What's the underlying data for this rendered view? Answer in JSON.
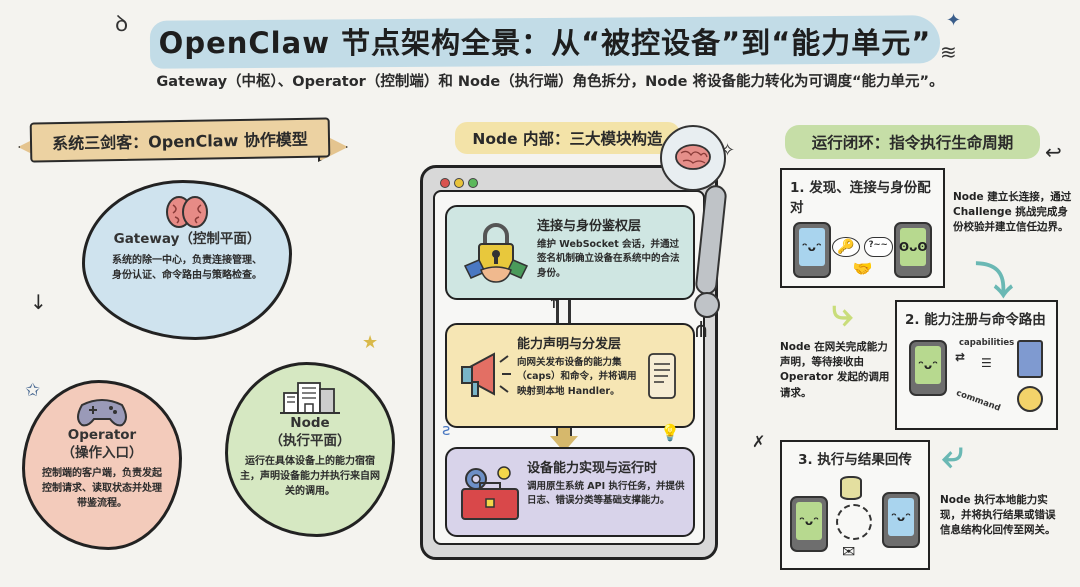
{
  "header": {
    "title": "OpenClaw 节点架构全景：从“被控设备”到“能力单元”",
    "subtitle": "Gateway（中枢）、Operator（控制端）和 Node（执行端）角色拆分，Node 将设备能力转化为可调度“能力单元”。"
  },
  "left_section": {
    "banner": "系统三剑客：OpenClaw 协作模型",
    "gateway": {
      "icon": "brain-icon",
      "title": "Gateway（控制平面）",
      "desc": "系统的除一中心，负责连接管理、身份认证、命令路由与策略检查。"
    },
    "operator": {
      "icon": "gamepad-icon",
      "title_line1": "Operator",
      "title_line2": "（操作入口）",
      "desc": "控制端的客户端，负责发起控制请求、读取状态并处理带鉴流程。"
    },
    "node": {
      "icon": "building-icon",
      "title_line1": "Node",
      "title_line2": "（执行平面）",
      "desc": "运行在具体设备上的能力宿宿主，声明设备能力并执行来自网关的调用。"
    }
  },
  "middle_section": {
    "banner": "Node 内部：三大模块构造",
    "window_dots": [
      "#d9534f",
      "#e8c33a",
      "#5cb85c"
    ],
    "modules": [
      {
        "icon": "lock-handshake-icon",
        "title": "连接与身份鉴权层",
        "desc": "维护 WebSocket 会话，并通过签名机制确立设备在系统中的合法身份。"
      },
      {
        "icon": "megaphone-icon",
        "title": "能力声明与分发层",
        "desc": "向网关发布设备的能力集（caps）和命令，并将调用映射到本地 Handler。"
      },
      {
        "icon": "toolbox-icon",
        "title": "设备能力实现与运行时",
        "desc": "调用原生系统 API 执行任务，并提供日志、错误分类等基础支撑能力。"
      }
    ]
  },
  "right_section": {
    "banner": "运行闭环：指令执行生命周期",
    "steps": [
      {
        "title": "1. 发现、连接与身份配对",
        "note": "Node 建立长连接，通过 Challenge 挑战完成身份校验并建立信任边界。",
        "bubble_q": "?~~"
      },
      {
        "title": "2. 能力注册与命令路由",
        "note": "Node 在网关完成能力声明，等待接收由 Operator 发起的调用请求。",
        "label_capabilities": "capabilities",
        "label_command": "command"
      },
      {
        "title": "3. 执行与结果回传",
        "note": "Node 执行本地能力实现，并将执行结果或错误信息结构化回传至网关。"
      }
    ]
  },
  "colors": {
    "background": "#f4f3ef",
    "title_highlight": "#bcd9e6",
    "gateway_cloud": "#cfe3ee",
    "operator_cloud": "#f3cbbb",
    "node_cloud": "#d6e8c2",
    "module_conn": "#cfe6e2",
    "module_cap": "#f6e6b4",
    "module_run": "#d8d3ea",
    "right_banner": "#c6dea7"
  }
}
